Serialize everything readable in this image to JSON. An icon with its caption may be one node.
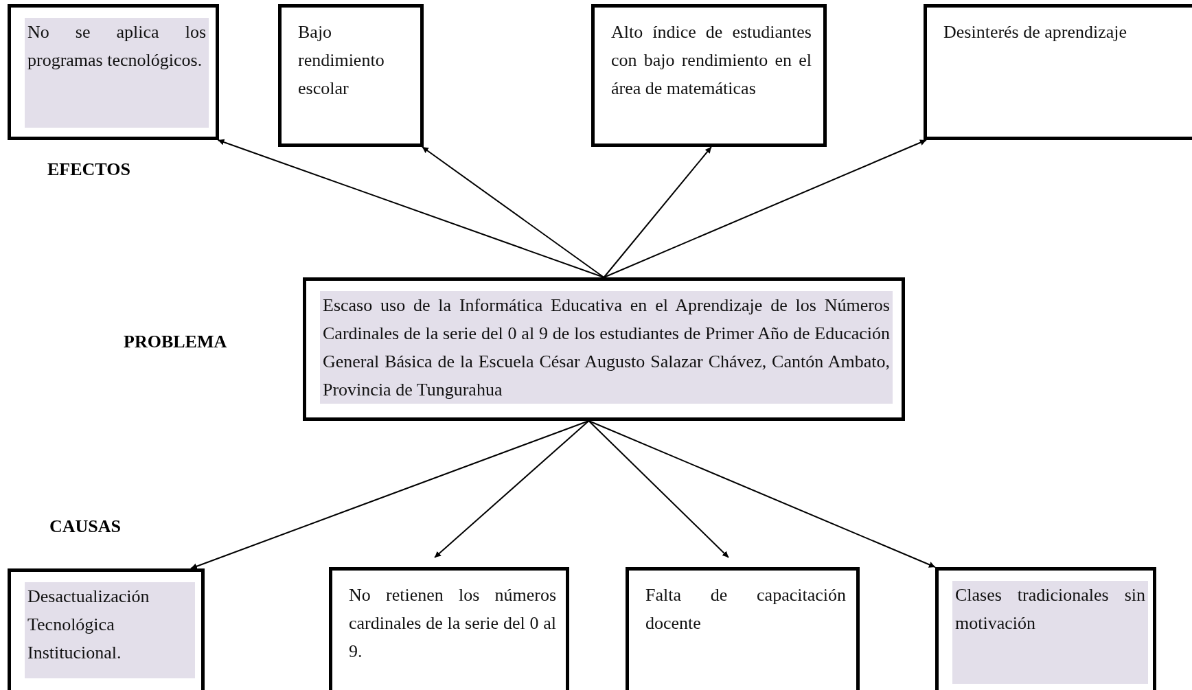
{
  "diagram": {
    "nodes": [
      {
        "text": [
          "No se aplica los programas tecnológicos."
        ]
      },
      {
        "text": [
          "Bajo rendimiento escolar"
        ]
      },
      {
        "text": [
          "Alto índice de estudiantes con bajo rendimiento en el área de matemáticas"
        ]
      },
      {
        "text": [
          "Desinterés de aprendizaje"
        ]
      },
      {
        "text": [
          "Escaso uso de la Informática Educativa en el Aprendizaje de los Números Cardinales de la serie del 0 al 9 de los estudiantes de Primer Año de Educación General Básica de la Escuela César Augusto Salazar Chávez, Cantón Ambato, Provincia de Tungurahua"
        ]
      },
      {
        "text": [
          "Desactualización Tecnológica Institucional."
        ]
      },
      {
        "text": [
          "No retienen los números cardinales de la serie del 0 al 9."
        ]
      },
      {
        "text": [
          "Falta de capacitación docente"
        ]
      },
      {
        "text": [
          "Clases tradicionales sin motivación"
        ]
      }
    ],
    "edges": [
      {
        "from": 4,
        "to": 0,
        "arrow": "to"
      },
      {
        "from": 4,
        "to": 1,
        "arrow": "to"
      },
      {
        "from": 4,
        "to": 2,
        "arrow": "to"
      },
      {
        "from": 4,
        "to": 3,
        "arrow": "to"
      },
      {
        "from": 4,
        "to": 5,
        "arrow": "to"
      },
      {
        "from": 4,
        "to": 6,
        "arrow": "to"
      },
      {
        "from": 4,
        "to": 7,
        "arrow": "to"
      },
      {
        "from": 4,
        "to": 8,
        "arrow": "to"
      }
    ],
    "labels": [
      "EFECTOS",
      "PROBLEMA",
      "CAUSAS"
    ]
  }
}
